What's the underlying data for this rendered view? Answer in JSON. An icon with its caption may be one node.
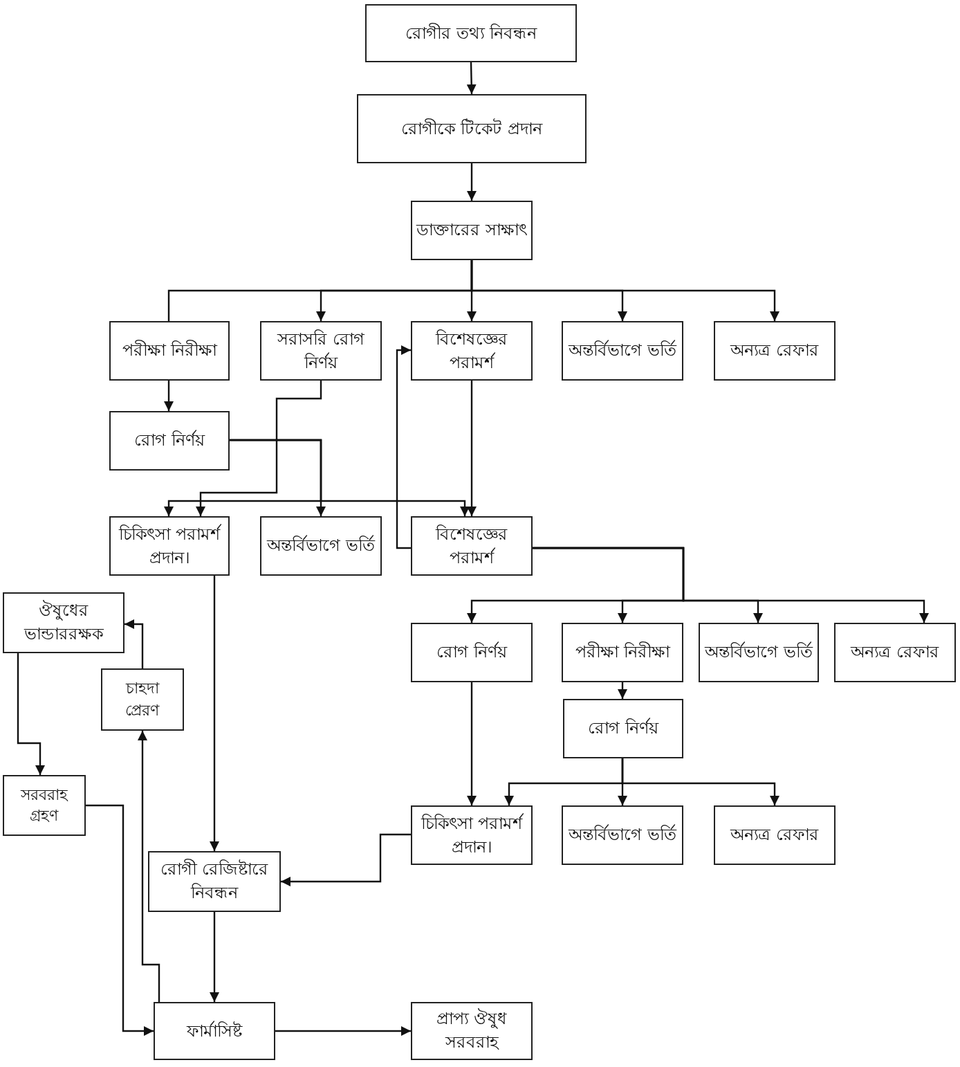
{
  "diagram": {
    "nodes": [
      {
        "text": [
          "রোগীর তথ্য নিবন্ধন"
        ]
      },
      {
        "text": [
          "রোগীকে টিকেট প্রদান"
        ]
      },
      {
        "text": [
          "ডাক্তারের সাক্ষাৎ"
        ]
      },
      {
        "text": [
          "পরীক্ষা নিরীক্ষা"
        ]
      },
      {
        "text": [
          "সরাসরি রোগ নির্ণয়"
        ]
      },
      {
        "text": [
          "বিশেষজ্ঞের পরামর্শ"
        ]
      },
      {
        "text": [
          "অন্তর্বিভাগে ভর্তি"
        ]
      },
      {
        "text": [
          "অন্যত্র রেফার"
        ]
      },
      {
        "text": [
          "রোগ নির্ণয়"
        ]
      },
      {
        "text": [
          "চিকিৎসা পরামর্শ প্রদান।"
        ]
      },
      {
        "text": [
          "অন্তর্বিভাগে ভর্তি"
        ]
      },
      {
        "text": [
          "বিশেষজ্ঞের পরামর্শ"
        ]
      },
      {
        "text": [
          "রোগ নির্ণয়"
        ]
      },
      {
        "text": [
          "পরীক্ষা নিরীক্ষা"
        ]
      },
      {
        "text": [
          "অন্তর্বিভাগে ভর্তি"
        ]
      },
      {
        "text": [
          "অন্যত্র রেফার"
        ]
      },
      {
        "text": [
          "রোগ নির্ণয়"
        ]
      },
      {
        "text": [
          "চিকিৎসা পরামর্শ প্রদান।"
        ]
      },
      {
        "text": [
          "অন্তর্বিভাগে ভর্তি"
        ]
      },
      {
        "text": [
          "অন্যত্র রেফার"
        ]
      },
      {
        "text": [
          "ঔষুধের ভান্ডাররক্ষক"
        ]
      },
      {
        "text": [
          "চাহদা প্রেরণ"
        ]
      },
      {
        "text": [
          "সরবরাহ গ্রহণ"
        ]
      },
      {
        "text": [
          "রোগী রেজিষ্টারে নিবন্ধন"
        ]
      },
      {
        "text": [
          "ফার্মাসিষ্ট"
        ]
      },
      {
        "text": [
          "প্রাপ্য ঔষুধ সরবরাহ"
        ]
      }
    ],
    "edges": [
      {
        "from": 0,
        "to": 1,
        "arrow": "to"
      },
      {
        "from": 1,
        "to": 2,
        "arrow": "to"
      },
      {
        "from": 2,
        "to": 3,
        "arrow": "none"
      },
      {
        "from": 2,
        "to": 4,
        "arrow": "to"
      },
      {
        "from": 2,
        "to": 5,
        "arrow": "to"
      },
      {
        "from": 2,
        "to": 6,
        "arrow": "to"
      },
      {
        "from": 2,
        "to": 7,
        "arrow": "to"
      },
      {
        "from": 3,
        "to": 8,
        "arrow": "to"
      },
      {
        "from": 4,
        "to": 9,
        "arrow": "to"
      },
      {
        "from": 8,
        "to": 9,
        "arrow": "to"
      },
      {
        "from": 8,
        "to": 10,
        "arrow": "to"
      },
      {
        "from": 8,
        "to": 11,
        "arrow": "to"
      },
      {
        "from": 5,
        "to": 11,
        "arrow": "to"
      },
      {
        "from": 11,
        "to": 5,
        "arrow": "to"
      },
      {
        "from": 11,
        "to": 12,
        "arrow": "to"
      },
      {
        "from": 11,
        "to": 13,
        "arrow": "to"
      },
      {
        "from": 11,
        "to": 14,
        "arrow": "to"
      },
      {
        "from": 11,
        "to": 15,
        "arrow": "to"
      },
      {
        "from": 13,
        "to": 16,
        "arrow": "to"
      },
      {
        "from": 16,
        "to": 17,
        "arrow": "to"
      },
      {
        "from": 16,
        "to": 18,
        "arrow": "to"
      },
      {
        "from": 16,
        "to": 19,
        "arrow": "to"
      },
      {
        "from": 12,
        "to": 17,
        "arrow": "to"
      },
      {
        "from": 17,
        "to": 23,
        "arrow": "to"
      },
      {
        "from": 9,
        "to": 23,
        "arrow": "to"
      },
      {
        "from": 23,
        "to": 24,
        "arrow": "to"
      },
      {
        "from": 24,
        "to": 25,
        "arrow": "to"
      },
      {
        "from": 24,
        "to": 21,
        "arrow": "to"
      },
      {
        "from": 21,
        "to": 20,
        "arrow": "to"
      },
      {
        "from": 20,
        "to": 22,
        "arrow": "to"
      },
      {
        "from": 22,
        "to": 24,
        "arrow": "to"
      }
    ]
  }
}
